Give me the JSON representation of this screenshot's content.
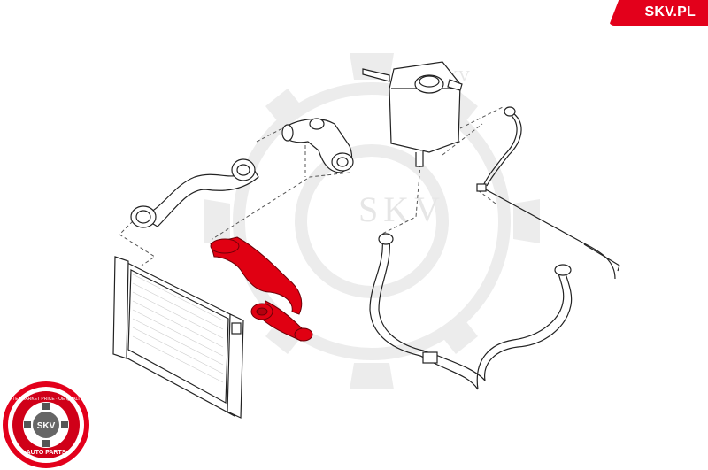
{
  "header": {
    "brand": "SKV.PL"
  },
  "watermark": {
    "text": "SKV"
  },
  "logo": {
    "ring_text_top": "AFTERMARKET PRICE · OE QUALITY",
    "center": "SKV",
    "ring_text_bottom": "AUTO PARTS"
  },
  "colors": {
    "accent": "#e3001b",
    "highlight_hose": "#e00012",
    "line": "#222222",
    "watermark": "#e9e9e9"
  }
}
